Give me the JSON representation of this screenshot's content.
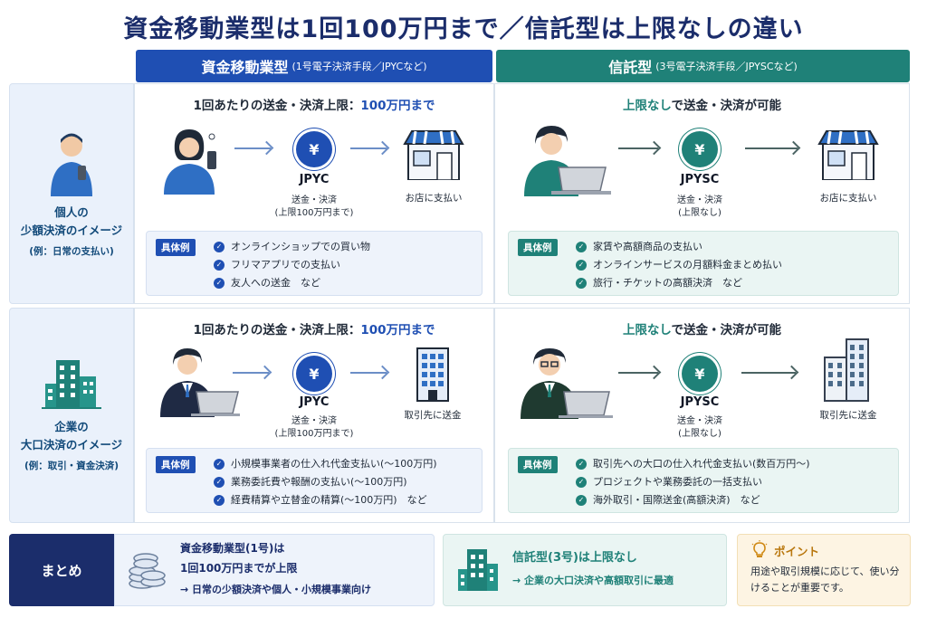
{
  "title": "資金移動業型は1回100万円まで／信託型は上限なしの違い",
  "columns": {
    "left": {
      "label": "資金移動業型",
      "sub": "(1号電子決済手段／JPYCなど)"
    },
    "right": {
      "label": "信託型",
      "sub": "(3号電子決済手段／JPYSCなど)"
    }
  },
  "rows": [
    {
      "label_line1": "個人の",
      "label_line2": "少額決済のイメージ",
      "label_sub": "(例：日常の支払い)",
      "left": {
        "headline_prefix": "1回あたりの送金・決済上限：",
        "headline_emph": "100万円まで",
        "coin_symbol": "¥",
        "coin_name": "JPYC",
        "coin_sub1": "送金・決済",
        "coin_sub2": "(上限100万円まで)",
        "dest": "お店に支払い",
        "badge": "具体例",
        "examples": [
          "オンラインショップでの買い物",
          "フリマアプリでの支払い",
          "友人への送金　など"
        ]
      },
      "right": {
        "headline_emph": "上限なし",
        "headline_suffix": "で送金・決済が可能",
        "coin_symbol": "¥",
        "coin_name": "JPYSC",
        "coin_sub1": "送金・決済",
        "coin_sub2": "(上限なし)",
        "dest": "お店に支払い",
        "badge": "具体例",
        "examples": [
          "家賃や高額商品の支払い",
          "オンラインサービスの月額料金まとめ払い",
          "旅行・チケットの高額決済　など"
        ]
      }
    },
    {
      "label_line1": "企業の",
      "label_line2": "大口決済のイメージ",
      "label_sub": "(例：取引・資金決済)",
      "left": {
        "headline_prefix": "1回あたりの送金・決済上限：",
        "headline_emph": "100万円まで",
        "coin_symbol": "¥",
        "coin_name": "JPYC",
        "coin_sub1": "送金・決済",
        "coin_sub2": "(上限100万円まで)",
        "dest": "取引先に送金",
        "badge": "具体例",
        "examples": [
          "小規模事業者の仕入れ代金支払い(〜100万円)",
          "業務委託費や報酬の支払い(〜100万円)",
          "経費精算や立替金の精算(〜100万円)　など"
        ]
      },
      "right": {
        "headline_emph": "上限なし",
        "headline_suffix": "で送金・決済が可能",
        "coin_symbol": "¥",
        "coin_name": "JPYSC",
        "coin_sub1": "送金・決済",
        "coin_sub2": "(上限なし)",
        "dest": "取引先に送金",
        "badge": "具体例",
        "examples": [
          "取引先への大口の仕入れ代金支払い(数百万円〜)",
          "プロジェクトや業務委託の一括支払い",
          "海外取引・国際送金(高額決済)　など"
        ]
      }
    }
  ],
  "summary": {
    "label": "まとめ",
    "s1_line1": "資金移動業型(1号)は",
    "s1_line2": "1回100万円までが上限",
    "s1_line3": "→ 日常の少額決済や個人・小規模事業向け",
    "s2_line1": "信託型(3号)は上限なし",
    "s2_line2": "→ 企業の大口決済や高額取引に最適",
    "point_title": "ポイント",
    "point_text": "用途や取引規模に応じて、使い分けることが重要です。"
  },
  "colors": {
    "blue": "#1f4fb3",
    "teal": "#1f8178",
    "navy": "#1b2d6b"
  }
}
